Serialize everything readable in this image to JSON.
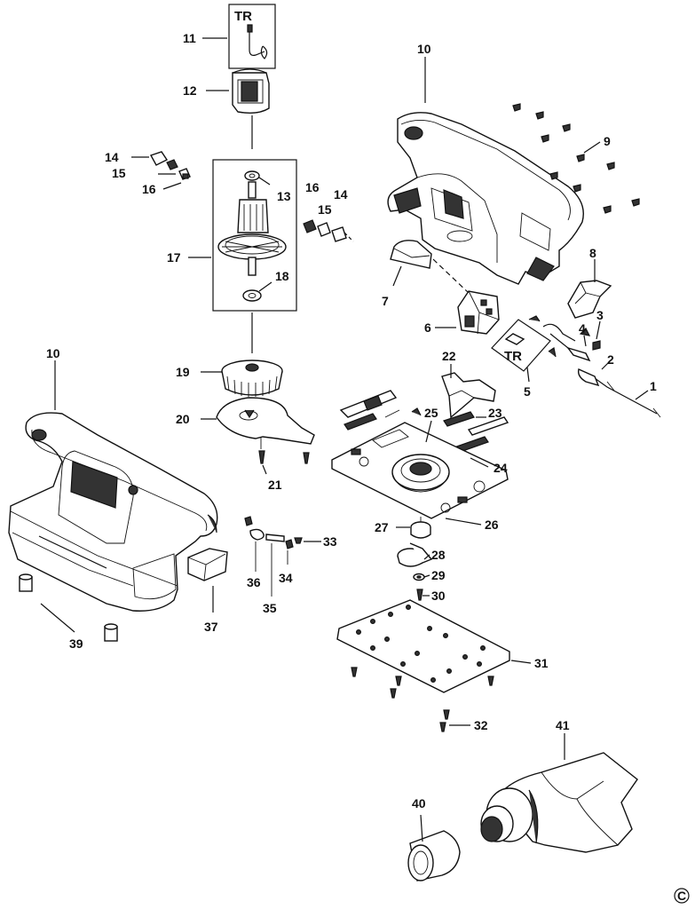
{
  "diagram": {
    "copyright_symbol": "C",
    "tr_label": "TR",
    "labels": {
      "p1": "1",
      "p2": "2",
      "p3": "3",
      "p4": "4",
      "p5": "5",
      "p6": "6",
      "p7": "7",
      "p8": "8",
      "p9": "9",
      "p10a": "10",
      "p10b": "10",
      "p11": "11",
      "p12": "12",
      "p13": "13",
      "p14a": "14",
      "p14b": "14",
      "p15a": "15",
      "p15b": "15",
      "p16a": "16",
      "p16b": "16",
      "p17": "17",
      "p18": "18",
      "p19": "19",
      "p20": "20",
      "p21": "21",
      "p22": "22",
      "p23": "23",
      "p24": "24",
      "p25": "25",
      "p26": "26",
      "p27": "27",
      "p28": "28",
      "p29": "29",
      "p30": "30",
      "p31": "31",
      "p32": "32",
      "p33": "33",
      "p34": "34",
      "p35": "35",
      "p36": "36",
      "p37": "37",
      "p39": "39",
      "p40": "40",
      "p41": "41"
    }
  }
}
